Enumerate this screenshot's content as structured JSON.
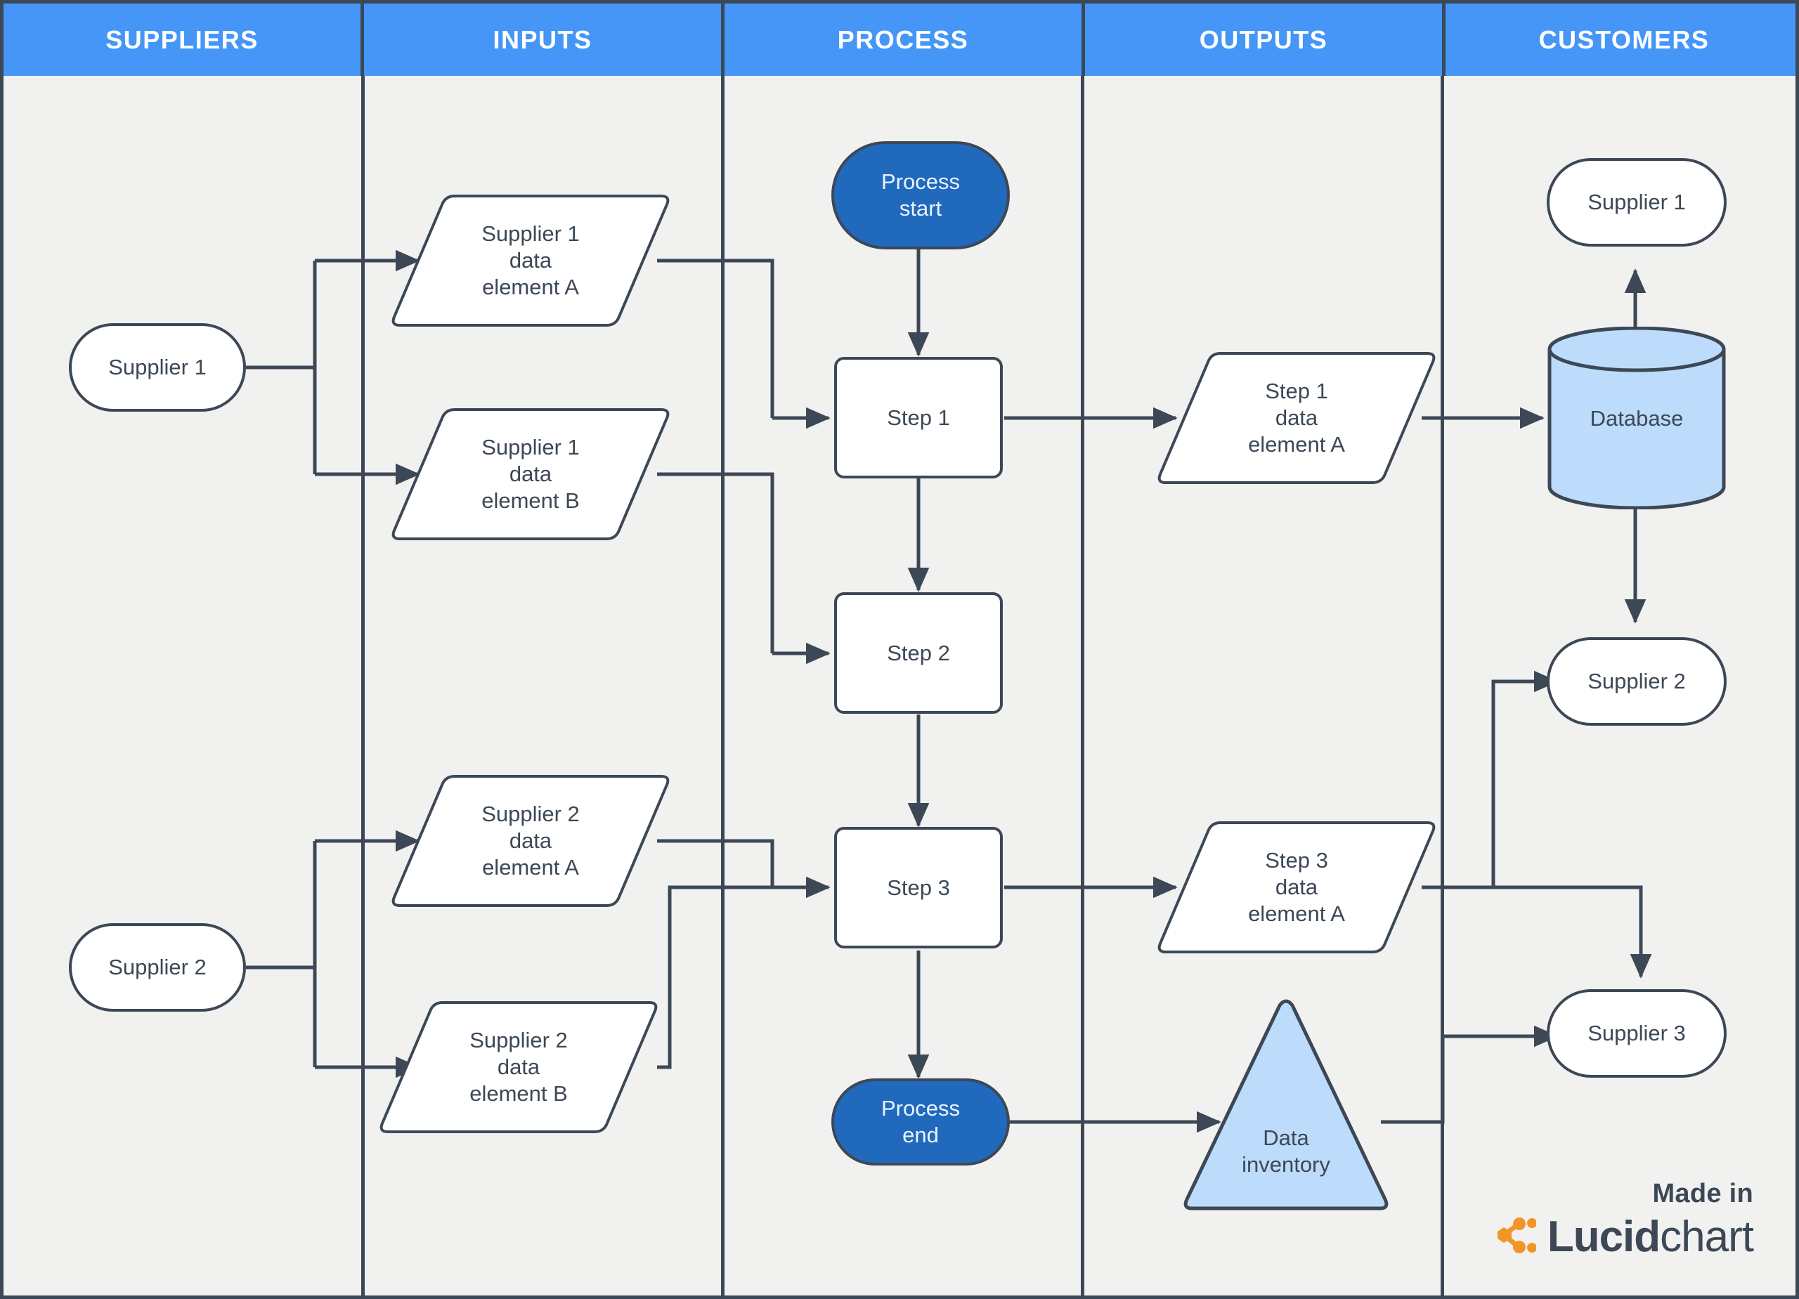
{
  "diagram": {
    "type": "SIPOC process flow (swimlane)",
    "background_color": "#f1f1f0",
    "border_color": "#3d4856",
    "header_color": "#4596f7",
    "accent_blue": "#2069bd",
    "light_blue": "#bddcfb",
    "line_color": "#3d4856"
  },
  "header": {
    "columns": [
      {
        "label": "SUPPLIERS"
      },
      {
        "label": "INPUTS"
      },
      {
        "label": "PROCESS"
      },
      {
        "label": "OUTPUTS"
      },
      {
        "label": "CUSTOMERS"
      }
    ]
  },
  "suppliers": {
    "nodes": [
      {
        "label": "Supplier 1",
        "shape": "rounded-pill"
      },
      {
        "label": "Supplier 2",
        "shape": "rounded-pill"
      }
    ]
  },
  "inputs": {
    "nodes": [
      {
        "line1": "Supplier 1",
        "line2": "data",
        "line3": "element A",
        "shape": "parallelogram"
      },
      {
        "line1": "Supplier 1",
        "line2": "data",
        "line3": "element B",
        "shape": "parallelogram"
      },
      {
        "line1": "Supplier 2",
        "line2": "data",
        "line3": "element A",
        "shape": "parallelogram"
      },
      {
        "line1": "Supplier 2",
        "line2": "data",
        "line3": "element B",
        "shape": "parallelogram"
      }
    ]
  },
  "process": {
    "start": {
      "line1": "Process",
      "line2": "start",
      "shape": "terminator"
    },
    "steps": [
      {
        "label": "Step 1",
        "shape": "rectangle"
      },
      {
        "label": "Step 2",
        "shape": "rectangle"
      },
      {
        "label": "Step 3",
        "shape": "rectangle"
      }
    ],
    "end": {
      "line1": "Process",
      "line2": "end",
      "shape": "terminator"
    }
  },
  "outputs": {
    "nodes": [
      {
        "line1": "Step 1",
        "line2": "data",
        "line3": "element A",
        "shape": "parallelogram"
      },
      {
        "line1": "Step 3",
        "line2": "data",
        "line3": "element A",
        "shape": "parallelogram"
      },
      {
        "line1": "Data",
        "line2": "inventory",
        "shape": "triangle"
      }
    ]
  },
  "customers": {
    "nodes": [
      {
        "label": "Supplier 1",
        "shape": "rounded-pill"
      },
      {
        "label": "Database",
        "shape": "cylinder"
      },
      {
        "label": "Supplier 2",
        "shape": "rounded-pill"
      },
      {
        "label": "Supplier 3",
        "shape": "rounded-pill"
      }
    ]
  },
  "branding": {
    "made_in": "Made in",
    "wordmark_bold": "Lucid",
    "wordmark_light": "chart",
    "logo_color": "#f29527"
  }
}
